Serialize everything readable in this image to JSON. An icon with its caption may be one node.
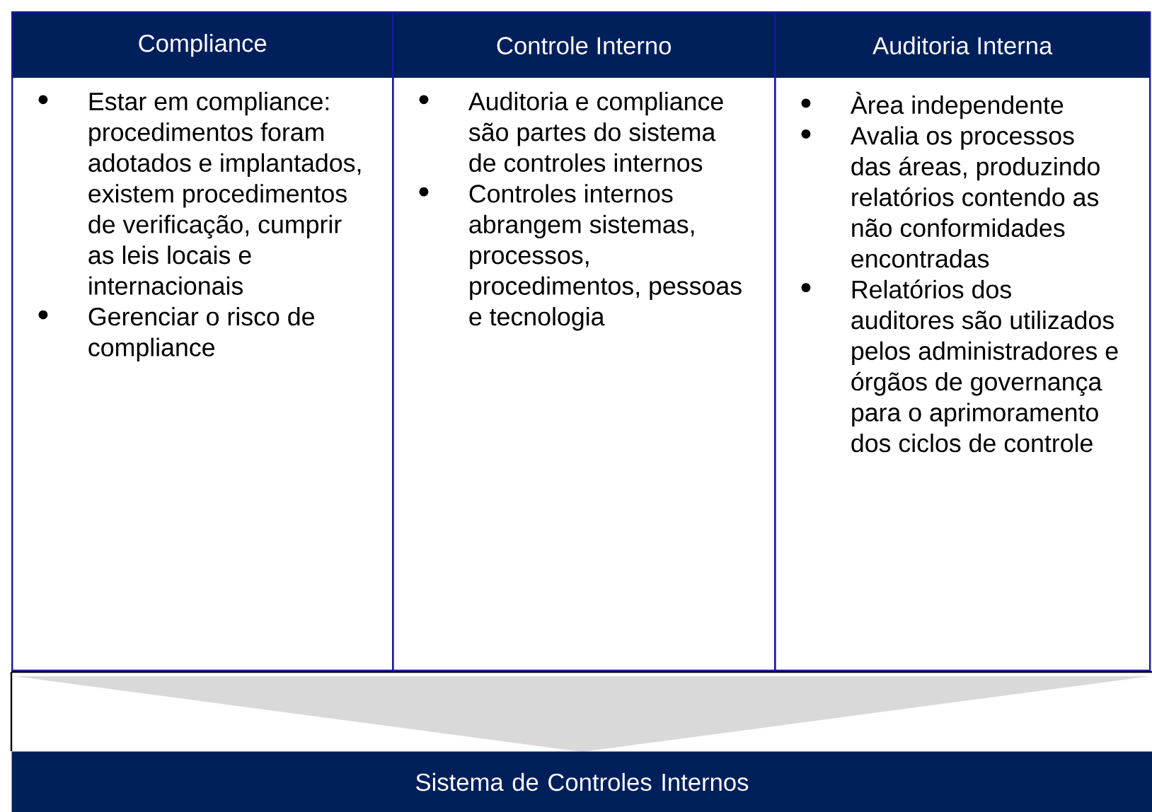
{
  "diagram": {
    "nodes": [
      {
        "text": [
          "Compliance",
          "Estar em compliance: procedimentos foram adotados e implantados, existem procedimentos de verificação, cumprir as leis locais e internacionais",
          "Gerenciar o risco de compliance"
        ]
      },
      {
        "text": [
          "Controle Interno",
          "Auditoria e compliance são partes do sistema de controles internos",
          "Controles internos abrangem sistemas, processos, procedimentos, pessoas e tecnologia"
        ]
      },
      {
        "text": [
          "Auditoria Interna",
          "Àrea independente",
          "Avalia os processos das áreas, produzindo relatórios contendo as não conformidades encontradas",
          "Relatórios dos auditores são utilizados pelos administradores e órgãos de governança para o aprimoramento dos ciclos de controle"
        ]
      },
      {
        "text": [],
        "shape": "triangle"
      },
      {
        "text": [
          "Sistema de Controles Internos"
        ]
      }
    ]
  }
}
